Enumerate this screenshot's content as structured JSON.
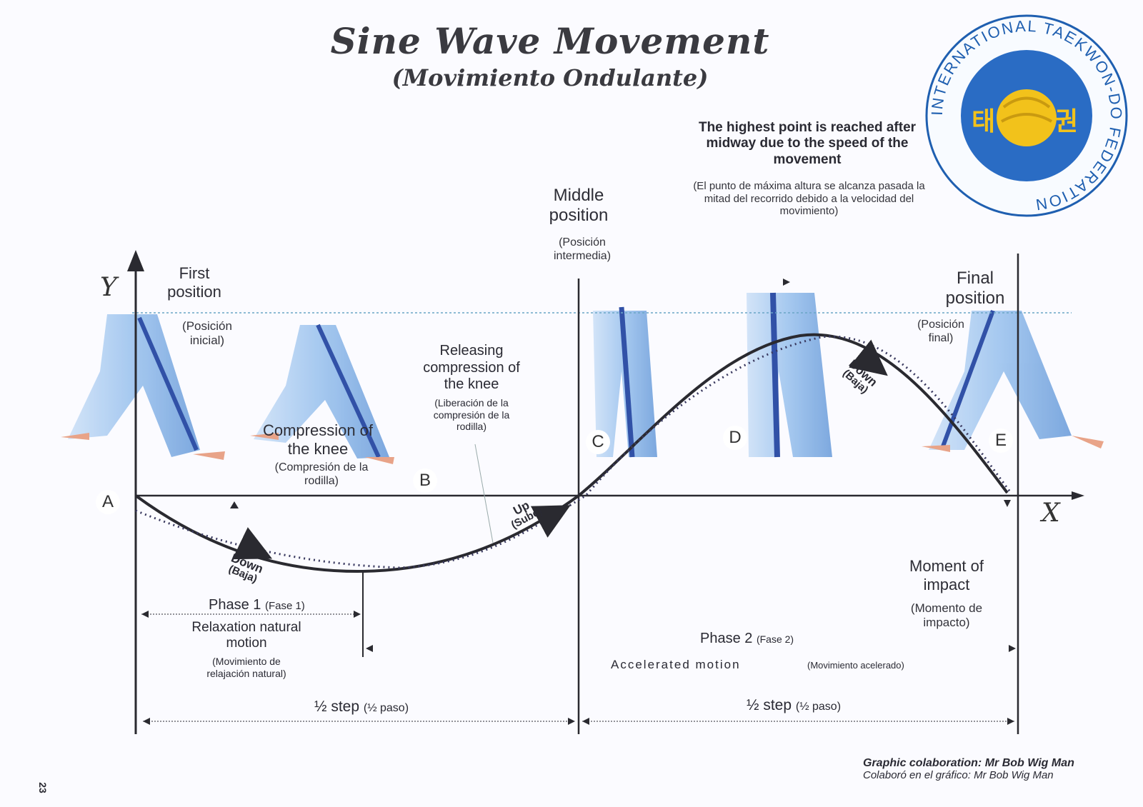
{
  "title": "Sine Wave Movement",
  "subtitle": "(Movimiento Ondulante)",
  "logo": {
    "text": "INTERNATIONAL TAEKWON-DO FEDERATION",
    "korean": "태권",
    "colors": {
      "ring": "#1f5fb0",
      "disc": "#2a6cc4",
      "fist": "#f2c21b",
      "hangul": "#f2c21b"
    }
  },
  "axes": {
    "y": "Y",
    "x": "X"
  },
  "points": [
    "A",
    "B",
    "C",
    "D",
    "E"
  ],
  "labels": {
    "first_en": "First position",
    "first_es": "(Posición inicial)",
    "middle_en": "Middle position",
    "middle_es": "(Posición intermedia)",
    "final_en": "Final position",
    "final_es": "(Posición final)",
    "compression_en": "Compression of the knee",
    "compression_es": "(Compresión de la rodilla)",
    "releasing_en": "Releasing compression of the knee",
    "releasing_es": "(Liberación de la compresión de la rodilla)",
    "highest_en": "The highest point is reached after midway due to the speed of the movement",
    "highest_es": "(El punto de máxima altura se alcanza pasada la mitad del recorrido debido a la velocidad del movimiento)",
    "impact_en": "Moment of impact",
    "impact_es": "(Momento de impacto)",
    "phase1": "Phase 1",
    "phase1_es": "(Fase 1)",
    "relax_en": "Relaxation natural motion",
    "relax_es": "(Movimiento de relajación natural)",
    "phase2": "Phase 2",
    "phase2_es": "(Fase 2)",
    "accel_en": "Accelerated motion",
    "accel_es": "(Movimiento acelerado)",
    "half_step": "½ step",
    "half_step_es": "(½ paso)"
  },
  "arrows": {
    "down1": "Down",
    "down1_es": "(Baja)",
    "up": "Up",
    "up_es": "(Sube)",
    "down2": "Down",
    "down2_es": "(Baja)"
  },
  "credit": {
    "en": "Graphic colaboration: Mr Bob Wig Man",
    "es": "Colaboró en el gráfico: Mr Bob Wig Man"
  },
  "page_number": "23",
  "colors": {
    "pants": "#9cc3ee",
    "pants_dark": "#6f9fdb",
    "stripe": "#1c3f9e",
    "line": "#2a2a30"
  }
}
